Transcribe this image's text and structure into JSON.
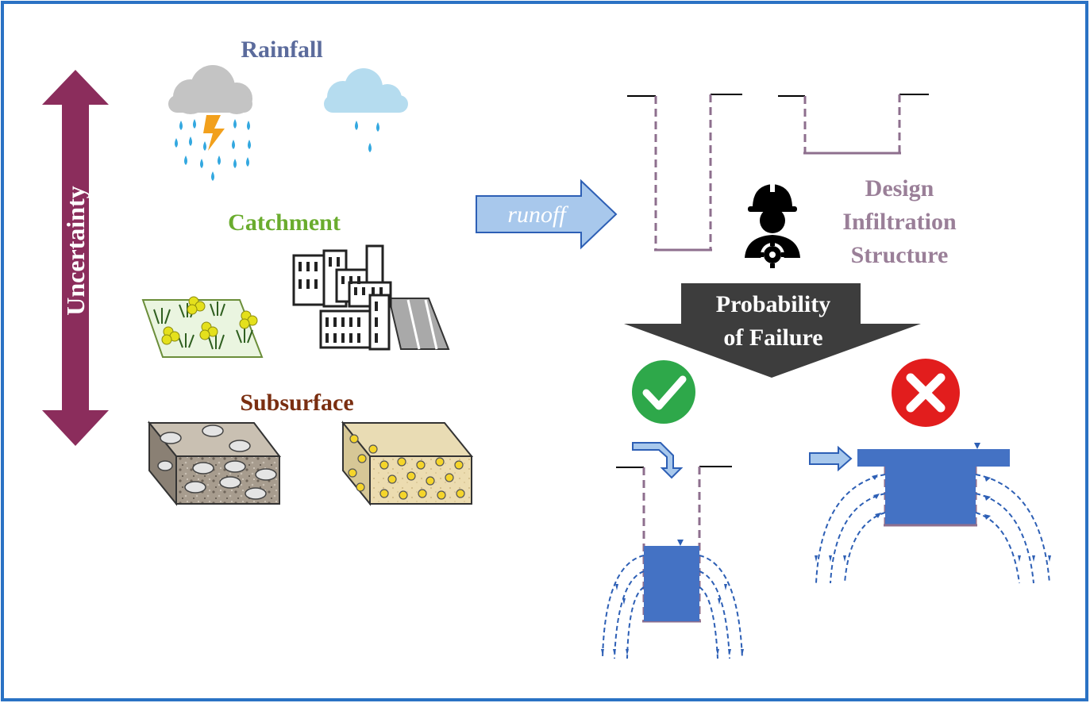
{
  "labels": {
    "uncertainty": "Uncertainty",
    "rainfall": "Rainfall",
    "catchment": "Catchment",
    "subsurface": "Subsurface",
    "runoff": "runoff",
    "design_line1": "Design",
    "design_line2": "Infiltration",
    "design_line3": "Structure",
    "pof_line1": "Probability",
    "pof_line2": "of Failure"
  },
  "colors": {
    "frame": "#2a72c4",
    "uncertainty_arrow": "#8b2d5c",
    "rainfall": "#5b6b9c",
    "catchment": "#6aac2e",
    "subsurface": "#7a2e10",
    "design": "#9a7f98",
    "runoff_arrow": "#a8c8ec",
    "pof_arrow": "#3d3d3d",
    "water": "#4472c4",
    "flowline": "#2d5fb5",
    "success": "#2ea84a",
    "failure": "#e21d1d"
  },
  "icons": {
    "storm_cloud": "storm-cloud-icon",
    "rain_cloud": "rain-cloud-icon",
    "vegetation": "vegetation-icon",
    "city": "city-icon",
    "gravel_soil": "gravel-soil-block-icon",
    "sand_soil": "sand-soil-block-icon",
    "engineer": "engineer-icon",
    "check": "check-icon",
    "cross": "cross-icon"
  }
}
